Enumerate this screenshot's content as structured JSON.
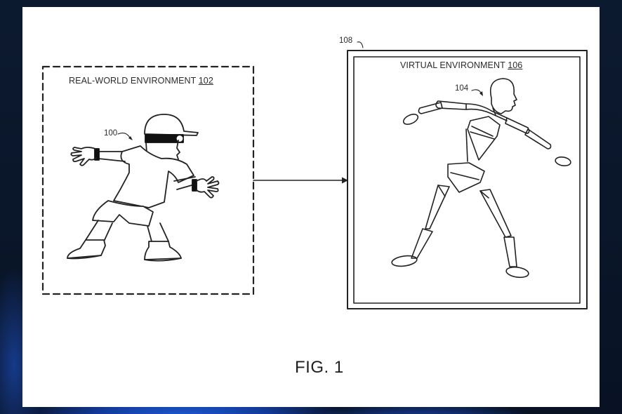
{
  "figure": {
    "caption": "FIG. 1",
    "real_world_box": {
      "label": "REAL-WORLD ENVIRONMENT",
      "ref_number": "102",
      "border_style": "dashed"
    },
    "user_figure": {
      "ref_number": "100",
      "description": "person wearing cap with head-mounted display band and wrist trackers, in throwing pose"
    },
    "arrow": {
      "direction": "right",
      "from": "real-world environment",
      "to": "virtual environment"
    },
    "display_device": {
      "ref_number": "108",
      "border_style": "double"
    },
    "virtual_box": {
      "label": "VIRTUAL ENVIRONMENT",
      "ref_number": "106"
    },
    "avatar_figure": {
      "ref_number": "104",
      "description": "segmented skeletal avatar mirroring user pose"
    }
  },
  "colors": {
    "line": "#222222",
    "sheet": "#ffffff",
    "background": "#0a1628",
    "accent_glow": "#1f5fe0"
  }
}
